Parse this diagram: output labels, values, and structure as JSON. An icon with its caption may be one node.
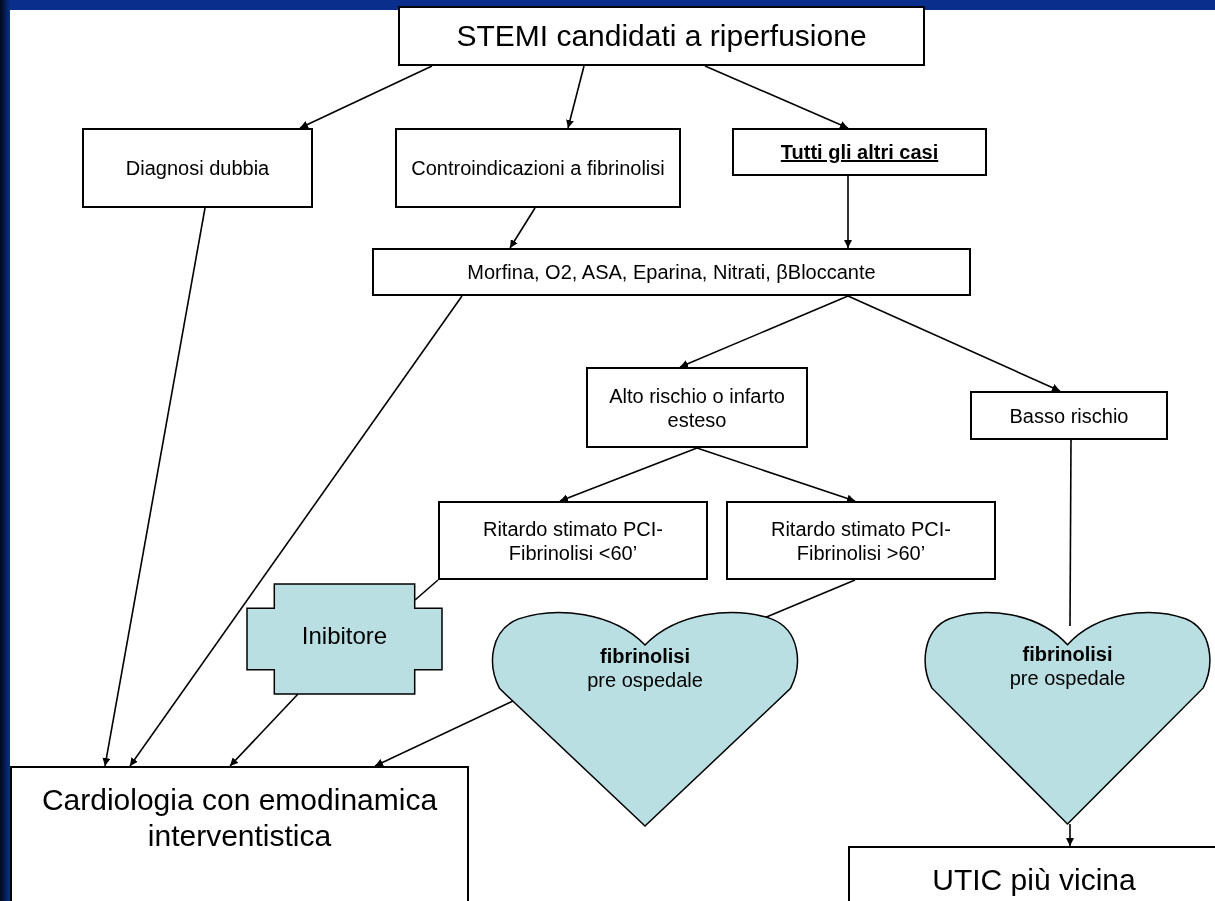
{
  "diagram": {
    "nodes": [
      {
        "text": [
          "STEMI candidati a riperfusione"
        ]
      },
      {
        "text": [
          "Diagnosi dubbia"
        ]
      },
      {
        "text": [
          "Controindicazioni a fibrinolisi"
        ]
      },
      {
        "text": [
          "Tutti gli altri casi"
        ]
      },
      {
        "text": [
          "Morfina, O2, ASA, Eparina, Nitrati, βBloccante"
        ]
      },
      {
        "text": [
          "Alto rischio o infarto esteso"
        ]
      },
      {
        "text": [
          "Basso rischio"
        ]
      },
      {
        "text": [
          "Ritardo stimato PCI-Fibrinolisi <60’"
        ]
      },
      {
        "text": [
          "Ritardo stimato PCI-Fibrinolisi >60’"
        ]
      },
      {
        "text": [
          "Inibitore"
        ]
      },
      {
        "text": [
          "fibrinolisi",
          "pre ospedale"
        ]
      },
      {
        "text": [
          "fibrinolisi",
          "pre ospedale"
        ]
      },
      {
        "text": [
          "Cardiologia con emodinamica interventistica"
        ]
      },
      {
        "text": [
          "UTIC più vicina"
        ]
      }
    ],
    "edges": [
      {
        "from": 0,
        "to": 1,
        "arrow": "to"
      },
      {
        "from": 0,
        "to": 2,
        "arrow": "to"
      },
      {
        "from": 0,
        "to": 3,
        "arrow": "to"
      },
      {
        "from": 2,
        "to": 4,
        "arrow": "to"
      },
      {
        "from": 3,
        "to": 4,
        "arrow": "to"
      },
      {
        "from": 4,
        "to": 5,
        "arrow": "to"
      },
      {
        "from": 4,
        "to": 6,
        "arrow": "to"
      },
      {
        "from": 5,
        "to": 7,
        "arrow": "to"
      },
      {
        "from": 5,
        "to": 8,
        "arrow": "to"
      },
      {
        "from": 7,
        "to": 9,
        "arrow": "none"
      },
      {
        "from": 8,
        "to": 10,
        "arrow": "none"
      },
      {
        "from": 6,
        "to": 11,
        "arrow": "none"
      },
      {
        "from": 1,
        "to": 12,
        "arrow": "to"
      },
      {
        "from": 4,
        "to": 12,
        "arrow": "to"
      },
      {
        "from": 9,
        "to": 12,
        "arrow": "to"
      },
      {
        "from": 10,
        "to": 12,
        "arrow": "to"
      },
      {
        "from": 11,
        "to": 13,
        "arrow": "to"
      }
    ]
  }
}
